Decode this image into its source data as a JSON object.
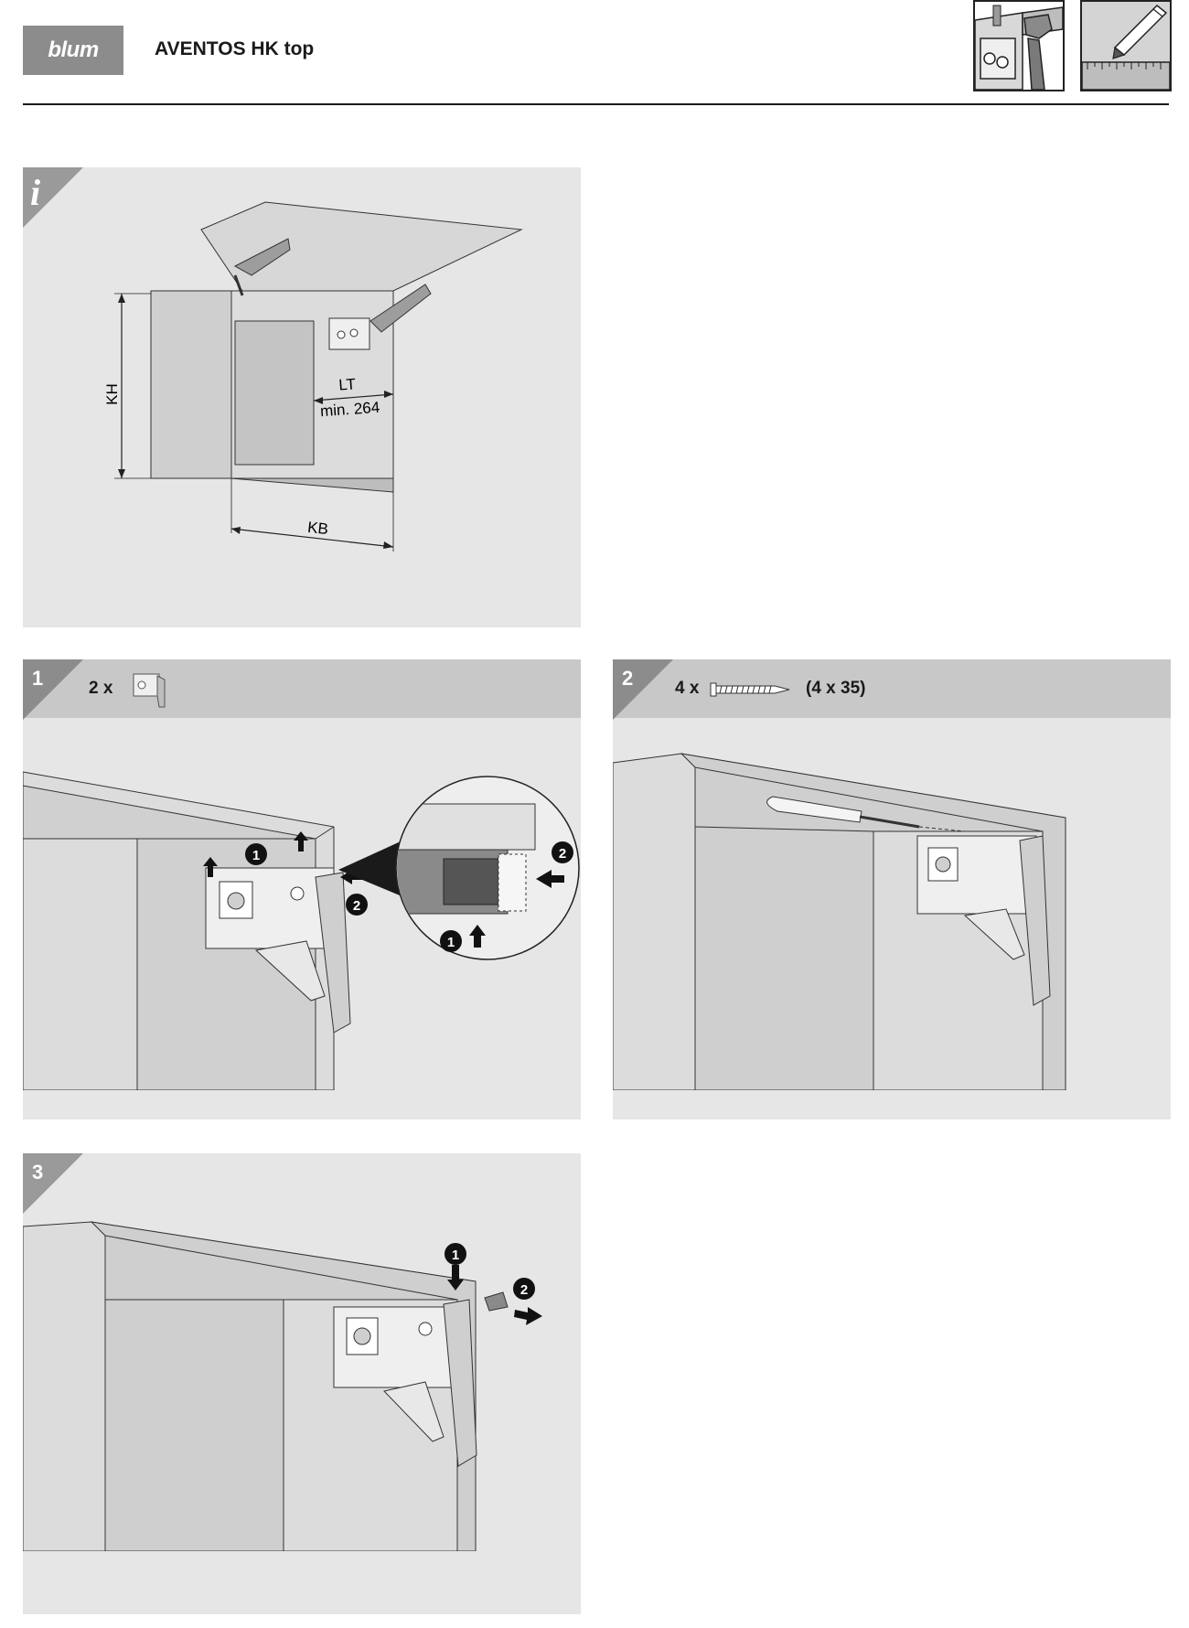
{
  "header": {
    "logo_text": "blum",
    "title": "AVENTOS HK top",
    "icons": [
      "hardware-icon",
      "pencil-ruler-icon"
    ]
  },
  "info_panel": {
    "badge": "i",
    "dim_kh": "KH",
    "dim_lt": "LT",
    "dim_lt_min": "min. 264",
    "dim_kb": "KB"
  },
  "steps": [
    {
      "number": "1",
      "quantity": "2 x",
      "item_icon": "lift-mechanism-icon",
      "callouts": [
        "1",
        "2"
      ]
    },
    {
      "number": "2",
      "quantity": "4 x",
      "item_icon": "screw-icon",
      "spec": "(4 x 35)"
    },
    {
      "number": "3",
      "callouts": [
        "1",
        "2"
      ]
    }
  ]
}
